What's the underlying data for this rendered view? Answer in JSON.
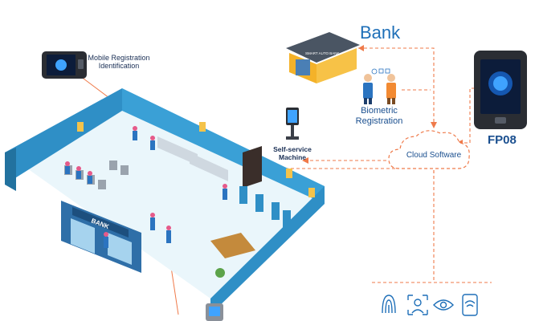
{
  "labels": {
    "bank": "Bank",
    "biometric": "Biometric Registration",
    "biometric_line1": "Biometric",
    "biometric_line2": "Registration",
    "fp08": "FP08",
    "mobile_line1": "Mobile Registration",
    "mobile_line2": "Identification",
    "self_line1": "Self-service",
    "self_line2": "Machine",
    "cloud": "Cloud Software",
    "bank_sign": "BANK",
    "booth_sign": "SMART AUTO BANK"
  },
  "icons": [
    "fingerprint-icon",
    "face-recognition-icon",
    "iris-scan-icon",
    "nfc-card-icon"
  ],
  "colors": {
    "accent_blue": "#1e6fb8",
    "dashed_line": "#ef7a4a",
    "wall_blue": "#2f8fc6",
    "floor": "#eaf6fb"
  }
}
